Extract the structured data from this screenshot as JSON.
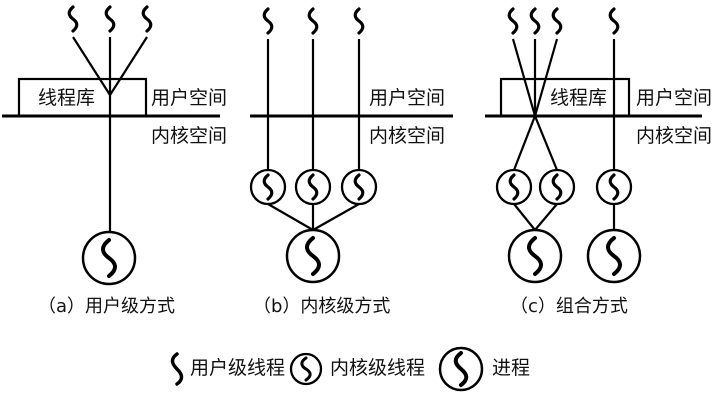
{
  "colors": {
    "stroke": "#000000",
    "background": "#ffffff"
  },
  "panels": {
    "a": {
      "library_label": "线程库",
      "user_space": "用户空间",
      "kernel_space": "内核空间",
      "caption": "（a）用户级方式"
    },
    "b": {
      "user_space": "用户空间",
      "kernel_space": "内核空间",
      "caption": "（b）内核级方式"
    },
    "c": {
      "library_label": "线程库",
      "user_space": "用户空间",
      "kernel_space": "内核空间",
      "caption": "（c）组合方式"
    }
  },
  "legend": {
    "user_thread": "用户级线程",
    "kernel_thread": "内核级线程",
    "process": "进程"
  }
}
